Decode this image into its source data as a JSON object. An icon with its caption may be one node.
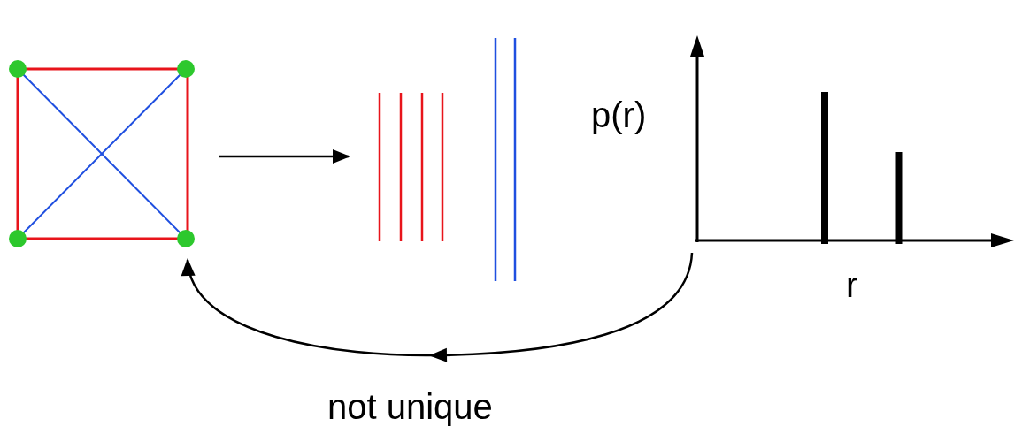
{
  "diagram": {
    "nodes": [
      {
        "text": [],
        "shape": "box"
      },
      {
        "text": [],
        "shape": "picture"
      },
      {
        "text": [],
        "shape": "picture"
      }
    ],
    "edges": [
      {
        "from": 0,
        "to": 1,
        "arrow": "to"
      },
      {
        "from": 2,
        "to": 0,
        "arrow": "to",
        "label": "not unique"
      }
    ],
    "labels": [
      "p(r)",
      "r"
    ]
  }
}
